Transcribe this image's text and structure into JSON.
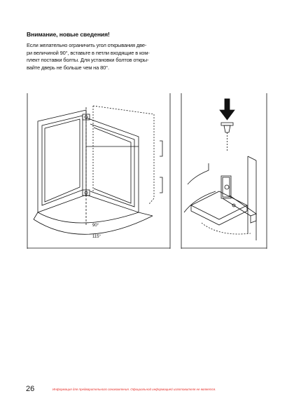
{
  "notice": {
    "heading": "Внимание, новые сведения!",
    "lines": [
      "Если желательно ограничить угол открывания две-",
      "ри величиной 90°, вставьте в петли входящие в ком-",
      "плект поставки болты. Для установки болтов откры-",
      "вайте дверь не больше чем на 80°."
    ]
  },
  "figure_left": {
    "label_angle_90": "90°",
    "label_angle_115": "115°"
  },
  "footer": {
    "page_number": "26",
    "disclaimer": "Информация для предварительного ознакомления. Официальной информацией изготовителя не является."
  }
}
